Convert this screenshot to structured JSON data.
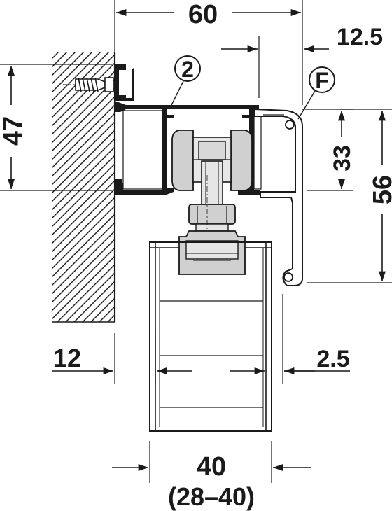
{
  "dimensions": {
    "width_60": "60",
    "offset_12_5": "12.5",
    "height_47": "47",
    "height_33": "33",
    "height_56": "56",
    "gap_12": "12",
    "gap_2_5": "2.5",
    "door_40": "40",
    "door_range": "(28–40)"
  },
  "callouts": {
    "part_2": "2",
    "part_f": "F"
  },
  "colors": {
    "ink": "#1a1a1a",
    "profile": "#1a1a1a",
    "roller": "#c8c8c8",
    "roller_light": "#e6e6e6",
    "hatch": "#1a1a1a",
    "background": "#ffffff"
  }
}
